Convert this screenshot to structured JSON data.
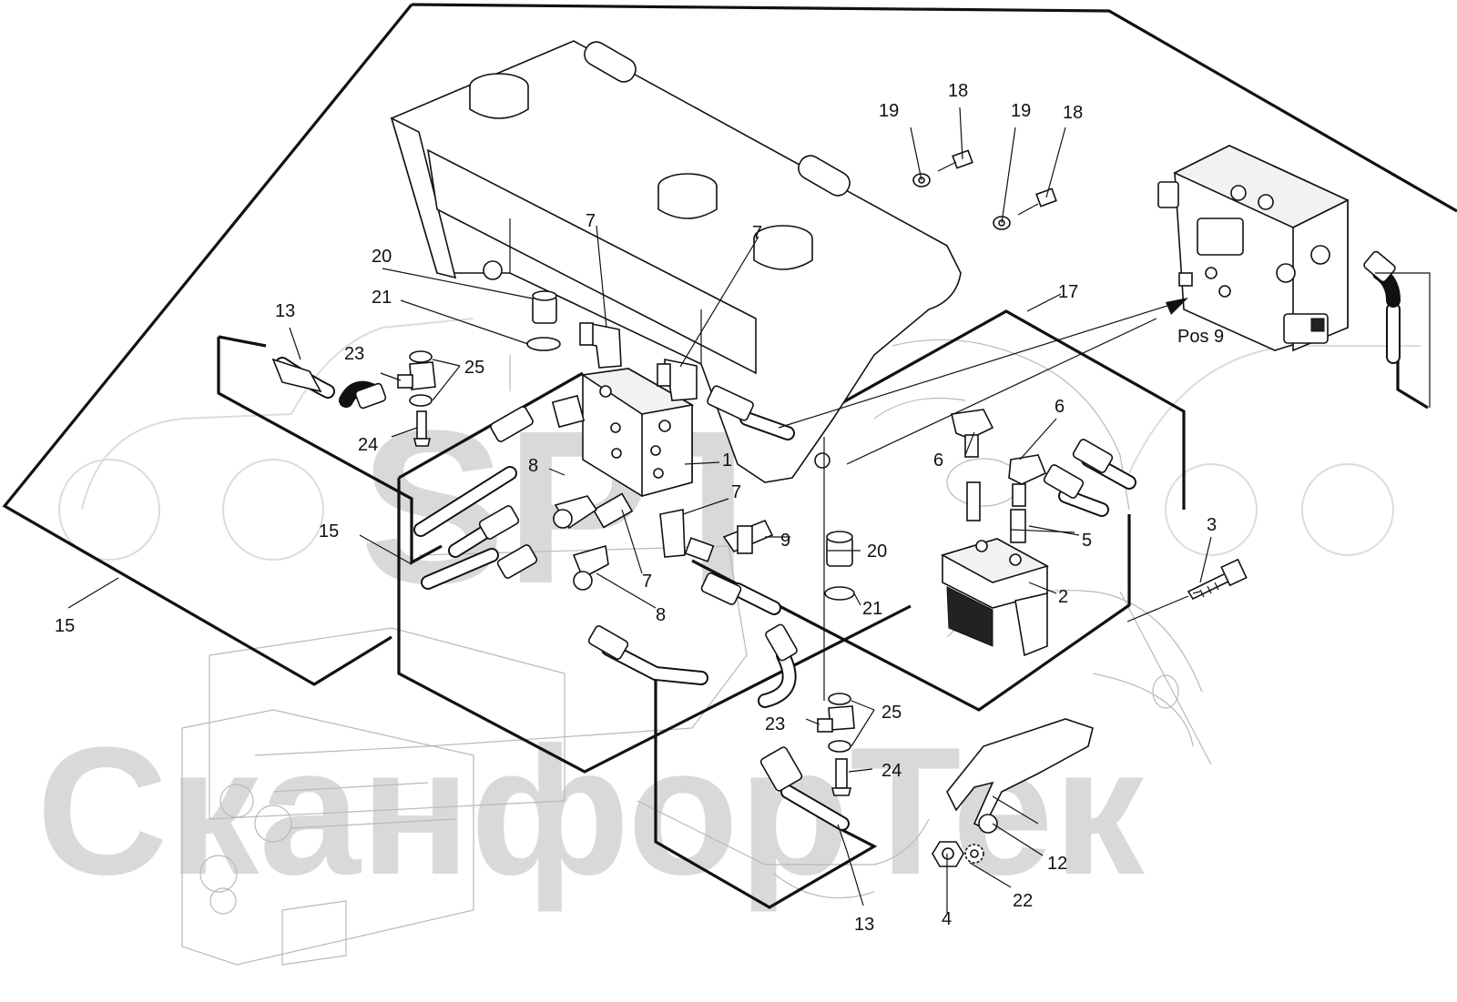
{
  "watermark": {
    "top_text": "SPT",
    "bottom_text": "СканфорТек"
  },
  "callouts": {
    "c1": "1",
    "c2": "2",
    "c3": "3",
    "c4": "4",
    "c5": "5",
    "c6a": "6",
    "c6b": "6",
    "c7a": "7",
    "c7b": "7",
    "c7c": "7",
    "c7d": "7",
    "c8a": "8",
    "c8b": "8",
    "c9": "9",
    "c12": "12",
    "c13a": "13",
    "c13b": "13",
    "c15a": "15",
    "c15b": "15",
    "c17": "17",
    "c18a": "18",
    "c18b": "18",
    "c19a": "19",
    "c19b": "19",
    "c20a": "20",
    "c20b": "20",
    "c21a": "21",
    "c21b": "21",
    "c22": "22",
    "c23a": "23",
    "c23b": "23",
    "c24a": "24",
    "c24b": "24",
    "c25a": "25",
    "c25b": "25",
    "pos9": "Pos 9"
  }
}
